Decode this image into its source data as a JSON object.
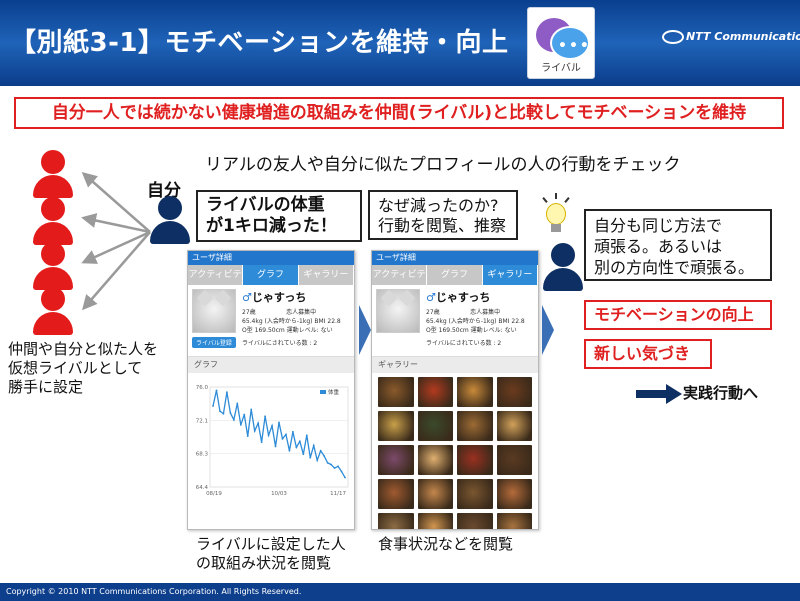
{
  "header": {
    "title": "【別紙3-1】モチベーションを維持・向上",
    "app_tile_label": "ライバル",
    "brand": "NTT Communications"
  },
  "banner": "自分一人では続かない健康増進の取組みを仲間(ライバル)と比較してモチベーションを維持",
  "subhead": "リアルの友人や自分に似たプロフィールの人の行動をチェック",
  "left": {
    "rival_caption": [
      "仲間や自分と似た人を",
      "仮想ライバルとして",
      "勝手に設定"
    ],
    "self_label": "自分"
  },
  "speech": {
    "one": [
      "ライバルの体重",
      "が1キロ減った！"
    ],
    "two": [
      "なぜ減ったのか?",
      "行動を閲覧、推察"
    ],
    "three": [
      "自分も同じ方法で",
      "頑張る。あるいは",
      "別の方向性で頑張る。"
    ]
  },
  "screens": {
    "header": "ユーザ詳細",
    "tabs": [
      "アクティビティ",
      "グラフ",
      "ギャラリー"
    ],
    "profile": {
      "name": "じゃすっち",
      "age": "27歳",
      "status": "恋人募集中",
      "weight": "65.4kg (入会時から-1kg) BMI 22.8",
      "blood": "O型 169.50cm 運動レベル: ない",
      "rival_count": "ライバルにされている数 : 2",
      "rival_button": "ライバル登録"
    },
    "screen1": {
      "active_tab": 1,
      "section": "グラフ"
    },
    "screen2": {
      "active_tab": 2,
      "section": "ギャラリー"
    }
  },
  "chart_data": {
    "type": "line",
    "title": "",
    "series": [
      {
        "name": "体重",
        "values": [
          73.8,
          75.6,
          73.2,
          72.9,
          75.4,
          73.0,
          72.2,
          74.1,
          71.6,
          72.8,
          70.3,
          73.4,
          70.9,
          71.8,
          69.6,
          72.6,
          70.4,
          71.5,
          69.1,
          71.9,
          70.0,
          70.5,
          68.6,
          70.8,
          69.0,
          69.7,
          68.2,
          70.4,
          67.8,
          69.2,
          67.5,
          68.6,
          68.0,
          67.2,
          67.0,
          66.6,
          66.8,
          66.2,
          65.5
        ]
      }
    ],
    "xticks": [
      "08/19",
      "10/03",
      "11/17"
    ],
    "yticks": [
      "64.4",
      "68.3",
      "72.1",
      "76.0"
    ],
    "ylim": [
      64.4,
      76.0
    ],
    "legend": "top-right",
    "color": "#2d8bd7"
  },
  "gallery_colors": [
    "#8a5a2b",
    "#b33a1f",
    "#c98a3a",
    "#6b3b1e",
    "#c9a04a",
    "#3a4a2a",
    "#9c6b34",
    "#d1a15a",
    "#7c4a6a",
    "#e0b070",
    "#9a3020",
    "#5a3a22",
    "#a05a30",
    "#c4874c",
    "#7a5630",
    "#b56b3a",
    "#8c6c44",
    "#d29650",
    "#6a4a30",
    "#a8733e"
  ],
  "captions": {
    "one": [
      "ライバルに設定した人",
      "の取組み状況を閲覧"
    ],
    "two": "食事状況などを閲覧"
  },
  "right": {
    "tag1": "モチベーションの向上",
    "tag2": "新しい気づき",
    "action": "実践行動へ"
  },
  "footer": "Copyright © 2010 NTT Communications Corporation. All Rights Reserved."
}
